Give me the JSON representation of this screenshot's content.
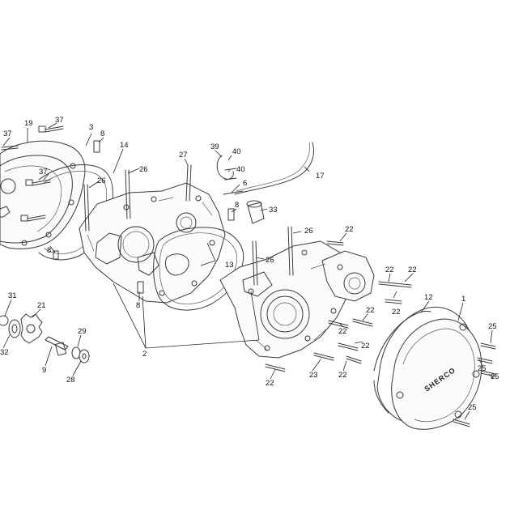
{
  "diagram": {
    "brand_logo_text": "SHERCO",
    "callouts": [
      {
        "id": "c19",
        "text": "19"
      },
      {
        "id": "c37a",
        "text": "37"
      },
      {
        "id": "c37b",
        "text": "37"
      },
      {
        "id": "c37c",
        "text": "37"
      },
      {
        "id": "c3",
        "text": "3"
      },
      {
        "id": "c8a",
        "text": "8"
      },
      {
        "id": "c14",
        "text": "14"
      },
      {
        "id": "c26a",
        "text": "26"
      },
      {
        "id": "c26b",
        "text": "26"
      },
      {
        "id": "c27",
        "text": "27"
      },
      {
        "id": "c39",
        "text": "39"
      },
      {
        "id": "c40a",
        "text": "40"
      },
      {
        "id": "c40b",
        "text": "40"
      },
      {
        "id": "c6",
        "text": "6"
      },
      {
        "id": "c17",
        "text": "17"
      },
      {
        "id": "c8b",
        "text": "8"
      },
      {
        "id": "c33",
        "text": "33"
      },
      {
        "id": "c26c",
        "text": "26"
      },
      {
        "id": "c26d",
        "text": "26"
      },
      {
        "id": "c13",
        "text": "13"
      },
      {
        "id": "c8c",
        "text": "8"
      },
      {
        "id": "c8d",
        "text": "8"
      },
      {
        "id": "c22a",
        "text": "22"
      },
      {
        "id": "c22b",
        "text": "22"
      },
      {
        "id": "c22c",
        "text": "22"
      },
      {
        "id": "c22d",
        "text": "22"
      },
      {
        "id": "c22e",
        "text": "22"
      },
      {
        "id": "c22f",
        "text": "22"
      },
      {
        "id": "c22g",
        "text": "22"
      },
      {
        "id": "c22h",
        "text": "22"
      },
      {
        "id": "c22i",
        "text": "22"
      },
      {
        "id": "c12",
        "text": "12"
      },
      {
        "id": "c1",
        "text": "1"
      },
      {
        "id": "c25a",
        "text": "25"
      },
      {
        "id": "c25b",
        "text": "25"
      },
      {
        "id": "c25c",
        "text": "25"
      },
      {
        "id": "c25d",
        "text": "25"
      },
      {
        "id": "c23",
        "text": "23"
      },
      {
        "id": "c2",
        "text": "2"
      },
      {
        "id": "c31",
        "text": "31"
      },
      {
        "id": "c21",
        "text": "21"
      },
      {
        "id": "c32",
        "text": "32"
      },
      {
        "id": "c9",
        "text": "9"
      },
      {
        "id": "c29",
        "text": "29"
      },
      {
        "id": "c28",
        "text": "28"
      }
    ]
  }
}
